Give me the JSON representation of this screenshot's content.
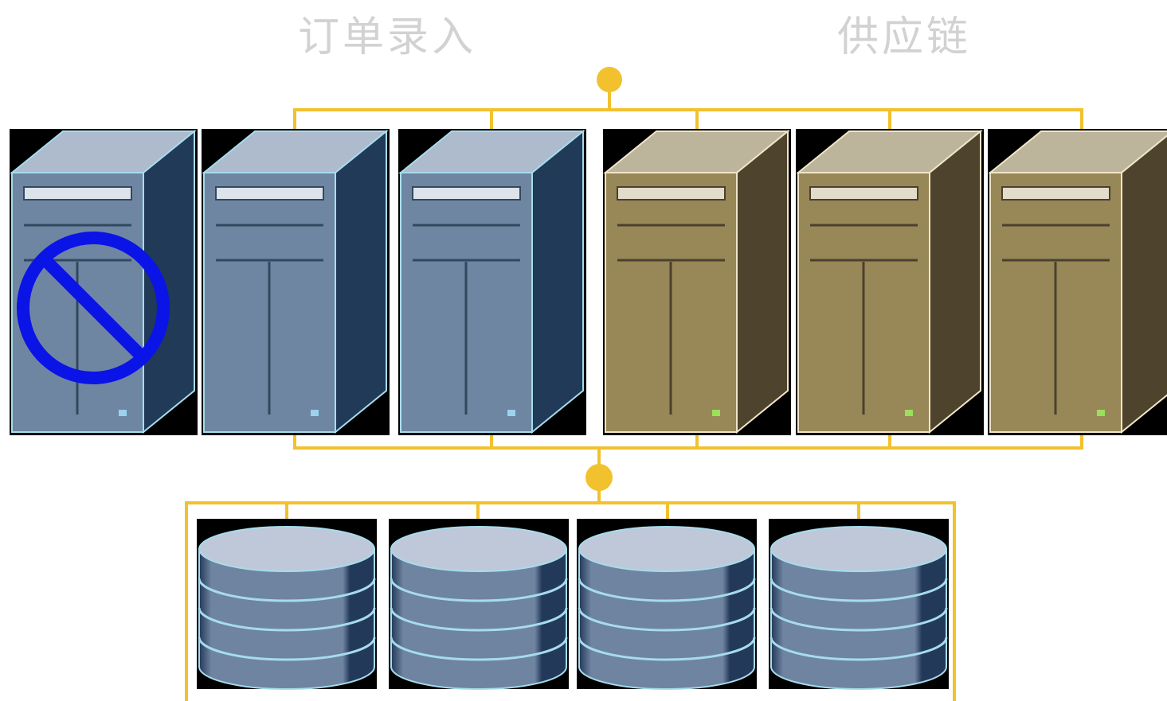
{
  "colors": {
    "connector": "#F2C12E",
    "prohibited": "#0A14E6",
    "background_tile": "#000000",
    "label_text": "#D2D2D2"
  },
  "labels": {
    "order_entry": "订单录入",
    "supply_chain": "供应链"
  },
  "servers": [
    {
      "group": "order_entry",
      "palette": "blue",
      "led": "#9BD3EE",
      "failed": true
    },
    {
      "group": "order_entry",
      "palette": "blue",
      "led": "#9BD3EE",
      "failed": false
    },
    {
      "group": "order_entry",
      "palette": "blue",
      "led": "#9BD3EE",
      "failed": false
    },
    {
      "group": "supply_chain",
      "palette": "tan",
      "led": "#9BE05A",
      "failed": false
    },
    {
      "group": "supply_chain",
      "palette": "tan",
      "led": "#9BE05A",
      "failed": false
    },
    {
      "group": "supply_chain",
      "palette": "tan",
      "led": "#9BE05A",
      "failed": false
    }
  ],
  "palettes": {
    "blue": {
      "front": "#6E86A2",
      "top": "#AEBBCD",
      "side": "#203A57",
      "edge": "#A6DCEC",
      "bar": "#DCE3EA",
      "line": "#33485F"
    },
    "tan": {
      "front": "#988757",
      "top": "#BDB49C",
      "side": "#4E442E",
      "edge": "#F1E5C8",
      "bar": "#E2DCCB",
      "line": "#4A4030"
    }
  },
  "storage": {
    "count": 4,
    "top": "#BFC8D8",
    "body": "#6F84A0",
    "dark": "#23395A",
    "edge": "#A6DCEC"
  }
}
